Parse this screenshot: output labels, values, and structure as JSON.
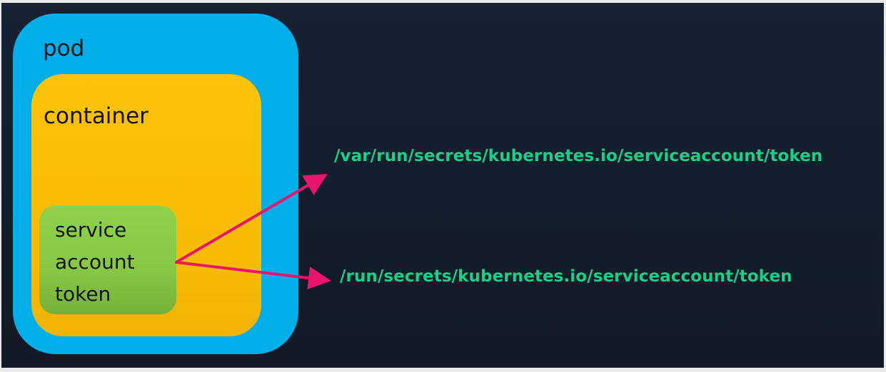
{
  "diagram": {
    "pod": {
      "label": "pod",
      "color": "#00aeea"
    },
    "container": {
      "label": "container",
      "color": "#fcc30b"
    },
    "token": {
      "lines": [
        "service",
        "account",
        "token"
      ],
      "color": "#8ed24a"
    },
    "paths": [
      "/var/run/secrets/kubernetes.io/serviceaccount/token",
      "/run/secrets/kubernetes.io/serviceaccount/token"
    ],
    "colors": {
      "background": "#172131",
      "arrow": "#e8156b",
      "path_text": "#19d089"
    }
  }
}
